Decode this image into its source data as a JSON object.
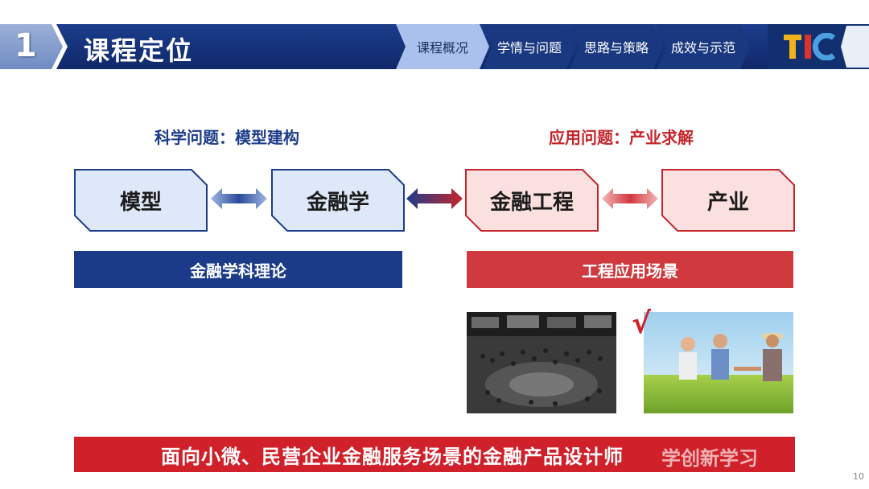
{
  "header": {
    "number": "1",
    "title": "课程定位",
    "tabs": [
      {
        "label": "课程概况",
        "active": true
      },
      {
        "label": "学情与问题",
        "active": false
      },
      {
        "label": "思路与策略",
        "active": false
      },
      {
        "label": "成效与示范",
        "active": false
      }
    ]
  },
  "left": {
    "heading": "科学问题：模型建构",
    "box1": "模型",
    "box2": "金融学",
    "banner": "金融学科理论"
  },
  "right": {
    "heading": "应用问题：产业求解",
    "box1": "金融工程",
    "box2": "产业",
    "banner": "工程应用场景"
  },
  "checkmark": "√",
  "bottom_banner": "面向小微、民营企业金融服务场景的金融产品设计师",
  "watermark": "学创新学习",
  "page_number": "10",
  "colors": {
    "navy": "#1b3b88",
    "red": "#d0393d",
    "light_blue_box": "#dfe8f8",
    "light_red_box": "#fbe0e0"
  }
}
